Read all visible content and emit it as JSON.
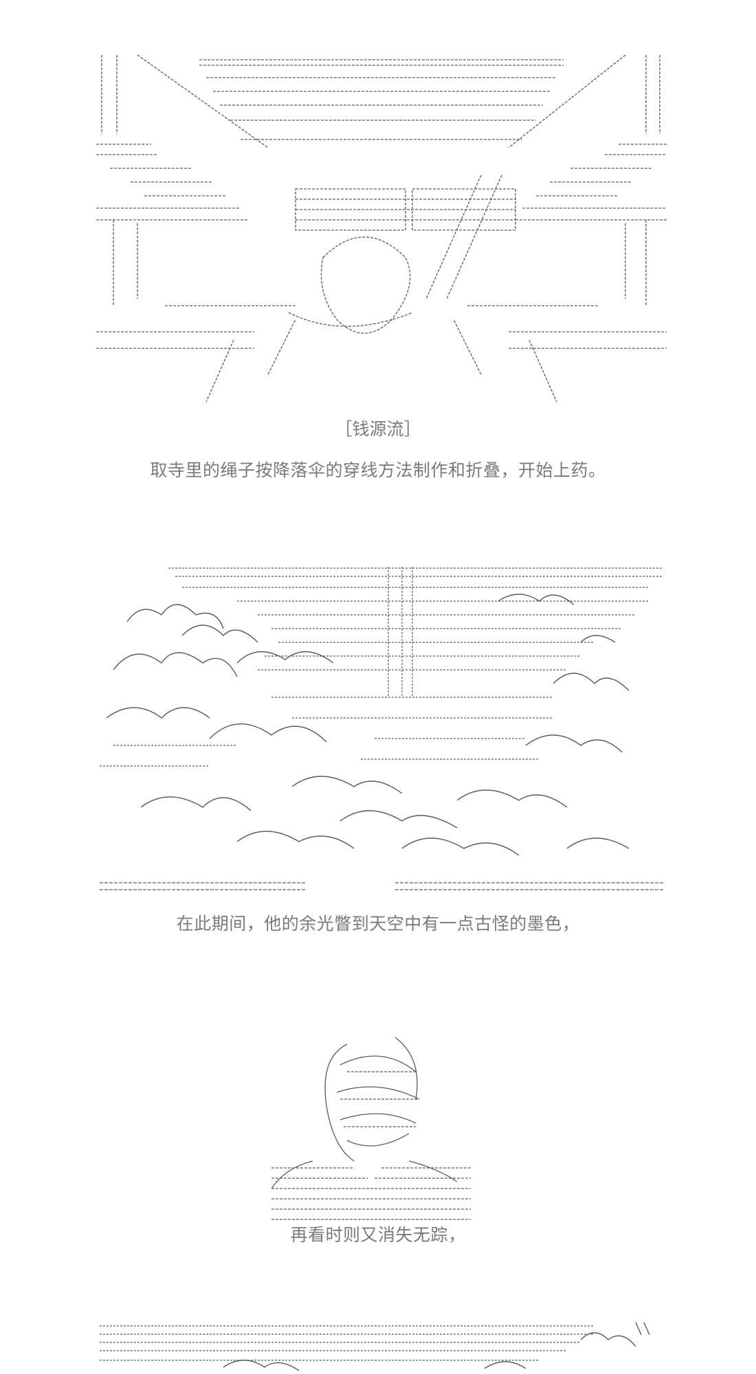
{
  "story": {
    "title": "［钱源流］",
    "caption_1": "取寺里的绳子按降落伞的穿线方法制作和折叠，开始上药。",
    "caption_2": "在此期间，他的余光瞥到天空中有一点古怪的墨色，",
    "caption_3": "再看时则又消失无踪，"
  },
  "colors": {
    "art_stroke": "#5a5a5a",
    "caption_text": "#7a7a7a",
    "background": "#ffffff"
  }
}
